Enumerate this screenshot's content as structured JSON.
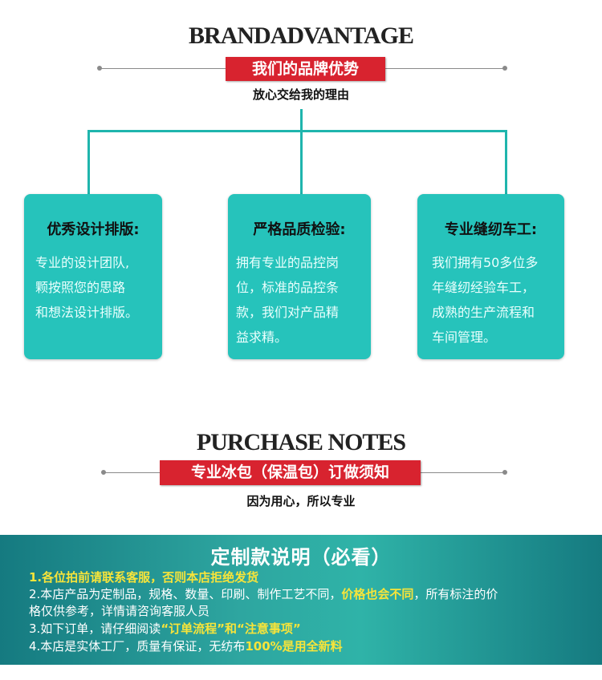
{
  "brand": {
    "en_title": "BRANDADVANTAGE",
    "cn_title": "我们的品牌优势",
    "subtitle": "放心交给我的理由"
  },
  "cards": [
    {
      "title": "优秀设计排版:",
      "lines": [
        "专业的设计团队,",
        "颗按照您的思路",
        "和想法设计排版。"
      ]
    },
    {
      "title": "严格品质检验:",
      "lines": [
        "拥有专业的品控岗",
        "位，标准的品控条",
        "款，我们对产品精",
        "益求精。"
      ]
    },
    {
      "title": "专业缝纫车工:",
      "lines": [
        "我们拥有50多位多",
        "年缝纫经验车工，",
        "成熟的生产流程和",
        "车间管理。"
      ]
    }
  ],
  "purchase": {
    "en_title": "PURCHASE NOTES",
    "cn_title": "专业冰包（保温包）订做须知",
    "subtitle": "因为用心，所以专业"
  },
  "notice": {
    "title": "定制款说明（必看）",
    "n1": "1.各位拍前请联系客服，否则本店拒绝发货",
    "n2a": "2.本店产品为定制品，规格、数量、印刷、制作工艺不同，",
    "n2b": "价格也会不同",
    "n2c": "，所有标注的价",
    "n2d": "格仅供参考，详情请咨询客服人员",
    "n3a": "3.如下订单，请仔细阅读",
    "n3b": "“订单流程”和“注意事项”",
    "n4a": "4.本店是实体工厂，质量有保证，无纺布",
    "n4b": "100%是用全新料"
  },
  "colors": {
    "accent_red": "#d8232f",
    "teal": "#26c3bb",
    "highlight": "#f7e43a"
  }
}
